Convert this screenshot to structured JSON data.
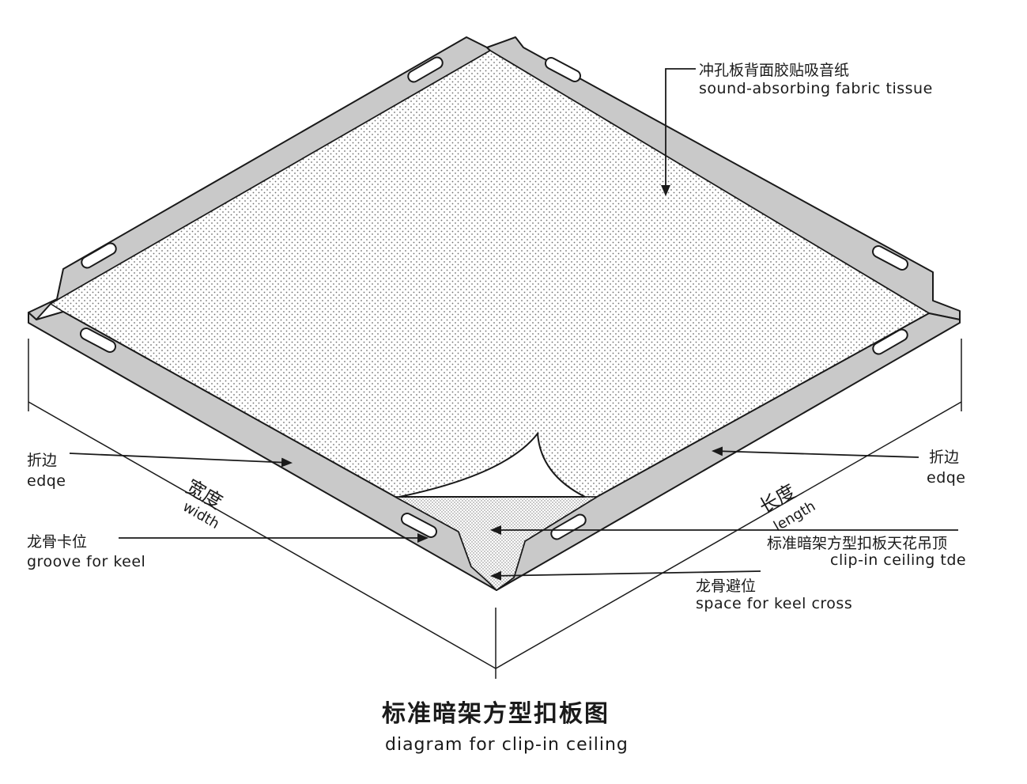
{
  "labels": {
    "fabric": {
      "zh": "冲孔板背面胶贴吸音纸",
      "en": "sound-absorbing fabric tissue"
    },
    "edge_left": {
      "zh": "折边",
      "en": "edqe"
    },
    "edge_right": {
      "zh": "折边",
      "en": "edqe"
    },
    "keel_groove": {
      "zh": "龙骨卡位",
      "en": "groove for keel"
    },
    "tile": {
      "zh": "标准暗架方型扣板天花吊顶",
      "en": "clip-in ceiling tde"
    },
    "keel_space": {
      "zh": "龙骨避位",
      "en": "space for keel cross"
    },
    "width": {
      "zh": "宽度",
      "en": "width"
    },
    "length": {
      "zh": "长度",
      "en": "length"
    }
  },
  "title": {
    "zh": "标准暗架方型扣板图",
    "en": "diagram for clip-in ceiling"
  },
  "colors": {
    "panel_gray": "#c9c9c9",
    "line": "#1a1a1a",
    "perforation": "#7a7a7a"
  }
}
